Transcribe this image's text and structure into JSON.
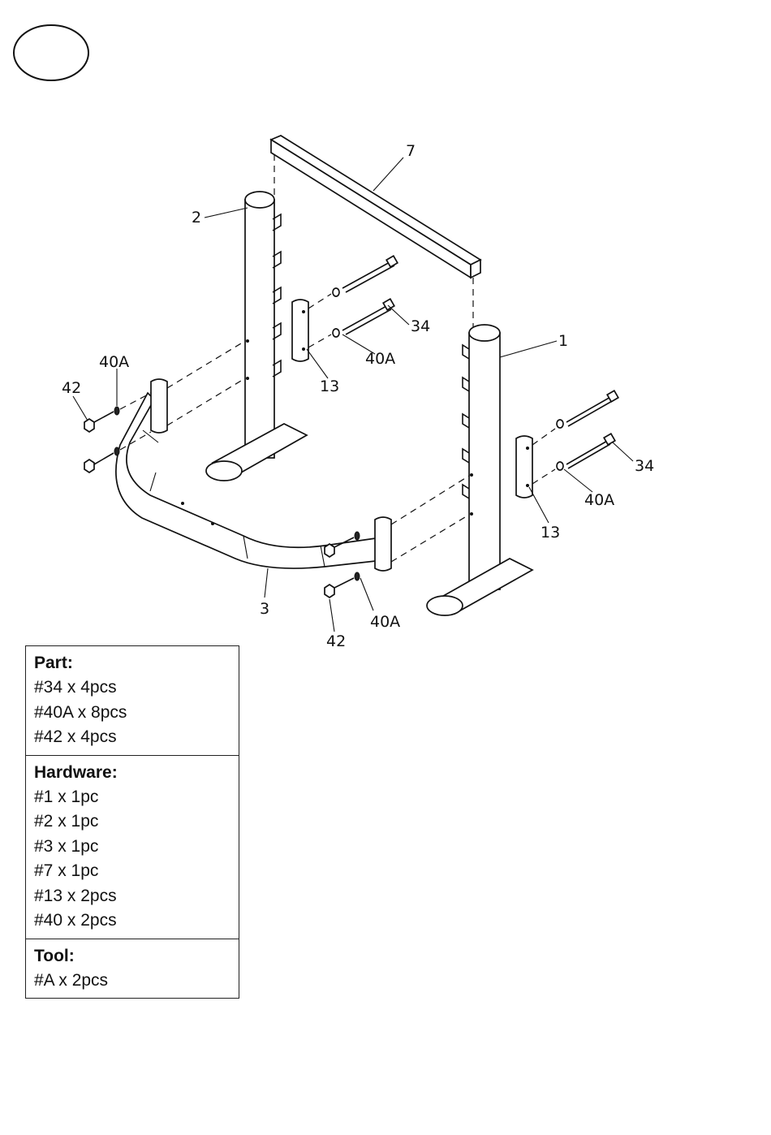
{
  "diagram": {
    "callouts": {
      "c7": "7",
      "c2": "2",
      "c1": "1",
      "c34_upper": "34",
      "c40a_upper": "40A",
      "c13_left": "13",
      "c40a_left": "40A",
      "c42_left": "42",
      "c34_right": "34",
      "c40a_right": "40A",
      "c13_right": "13",
      "c3": "3",
      "c40a_bottom": "40A",
      "c42_bottom": "42"
    }
  },
  "legend": {
    "sections": [
      {
        "heading": "Part:",
        "items": [
          "#34 x 4pcs",
          "#40A x 8pcs",
          "#42 x 4pcs"
        ]
      },
      {
        "heading": "Hardware:",
        "items": [
          "#1 x 1pc",
          "#2 x 1pc",
          "#3 x 1pc",
          "#7 x 1pc",
          "#13 x 2pcs",
          "#40 x 2pcs"
        ]
      },
      {
        "heading": "Tool:",
        "items": [
          "#A x 2pcs"
        ]
      }
    ]
  }
}
